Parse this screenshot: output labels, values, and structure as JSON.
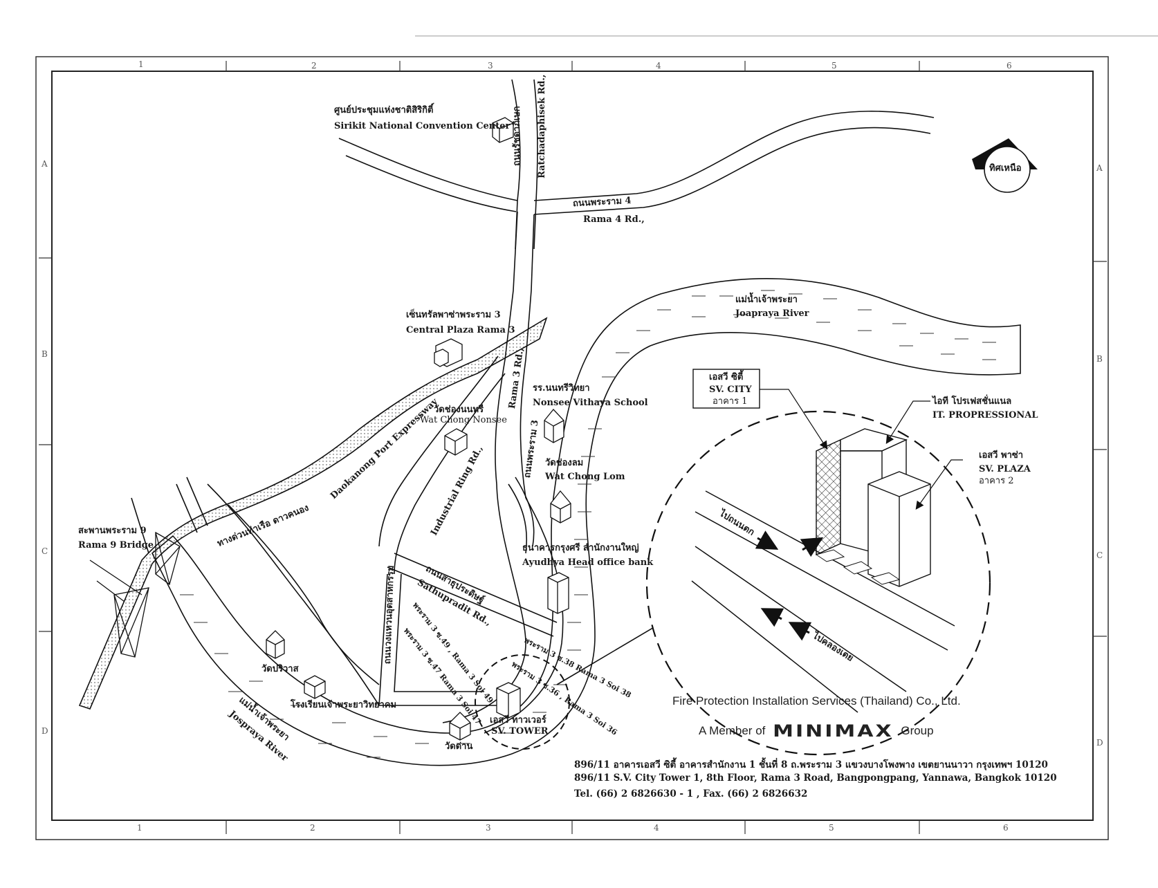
{
  "grid": {
    "columns": [
      "1",
      "2",
      "3",
      "4",
      "5",
      "6"
    ],
    "rows": [
      "A",
      "B",
      "C",
      "D"
    ]
  },
  "north": {
    "label": "ทิศเหนือ"
  },
  "landmarks": {
    "sirikit_th": "ศูนย์ประชุมแห่งชาติสิริกิติ์",
    "sirikit_en": "Sirikit National Convention Center",
    "central_th": "เซ็นทรัลพาซ่าพระราม 3",
    "central_en": "Central Plaza Rama 3",
    "nonsee_school_th": "รร.นนทรีวิทยา",
    "nonsee_school_en": "Nonsee Vithaya School",
    "wat_chong_nonsee_th": "วัดช่องนนทรี",
    "wat_chong_nonsee_en": "Wat Chong Nonsee",
    "wat_chong_lom_th": "วัดช่องลม",
    "wat_chong_lom_en": "Wat Chong Lom",
    "ayudhya_th": "ธนาคารกรุงศรี สำนักงานใหญ่",
    "ayudhya_en": "Ayudhya Head office bank",
    "rama9_bridge_th": "สะพานพระราม 9",
    "rama9_bridge_en": "Rama 9 Bridge",
    "wat_pariwat": "วัดปริวาส",
    "school_chaophraya": "โรงเรียนเจ้าพระยาวิทยาคม",
    "wat_dan": "วัดด่าน",
    "sv_tower_th": "เอสวี ทาวเวอร์",
    "sv_tower_en": "SV. TOWER"
  },
  "roads": {
    "ratchada_th": "ถนนรัชดาภิเษก",
    "ratchada_en": "Ratchadaphisek Rd.,",
    "rama4_th": "ถนนพระราม 4",
    "rama4_en": "Rama 4 Rd.,",
    "rama3_th": "ถนนพระราม 3",
    "rama3_en": "Rama 3 Rd.,",
    "expressway_en": "Daokanong Port Expressway",
    "expressway_th": "ทางด่วนท่าเรือ ดาวคนอง",
    "industrial_en": "Industrial Ring Rd.,",
    "industrial_th": "ถนนวงแหวนอุตสาหกรรม",
    "sathupradit_th": "ถนนสาธุประดิษฐ์",
    "sathupradit_en": "Sathupradit Rd.,",
    "soi49": "พระราม 3 ซ.49 , Rama 3 Soi 49",
    "soi47": "พระราม 3 ซ.47 Rama 3 Soi 47",
    "soi38": "พระราม 3 ซ.38 Rama 3 Soi 38",
    "soi36": "พระราม 3 ซ.36 , Rama 3 Soi 36"
  },
  "rivers": {
    "top_th": "แม่น้ำเจ้าพระยา",
    "top_en": "Joapraya River",
    "bottom_th": "แม่น้ำเจ้าพระยา",
    "bottom_en": "Jospraya River"
  },
  "inset": {
    "sv_city_th": "เอสวี ซิตี้",
    "sv_city_en": "SV. CITY",
    "sv_city_bldg": "อาคาร 1",
    "it_th": "ไอที โปรเฟสชั่นแนล",
    "it_en": "IT. PROPRESSIONAL",
    "sv_plaza_th": "เอสวี พาซ่า",
    "sv_plaza_en": "SV. PLAZA",
    "sv_plaza_bldg": "อาคาร 2",
    "to_naradhiwas": "ไปถนนตก",
    "to_klongtoey": "ไปคลองเตย"
  },
  "footer": {
    "company": "Fire Protection Installation Services (Thailand) Co., Ltd.",
    "member_prefix": "A Member of",
    "brand": "MINIMAX",
    "member_suffix": "Group",
    "address_th": "896/11 อาคารเอสวี ซิตี้ อาคารสำนักงาน 1 ชั้นที่ 8 ถ.พระราม 3 แขวงบางโพงพาง เขตยานนาวา กรุงเทพฯ 10120",
    "address_en": "896/11 S.V. City Tower 1, 8th Floor, Rama 3 Road, Bangpongpang, Yannawa, Bangkok 10120",
    "contact": "Tel. (66) 2 6826630 - 1  , Fax. (66) 2 6826632"
  }
}
